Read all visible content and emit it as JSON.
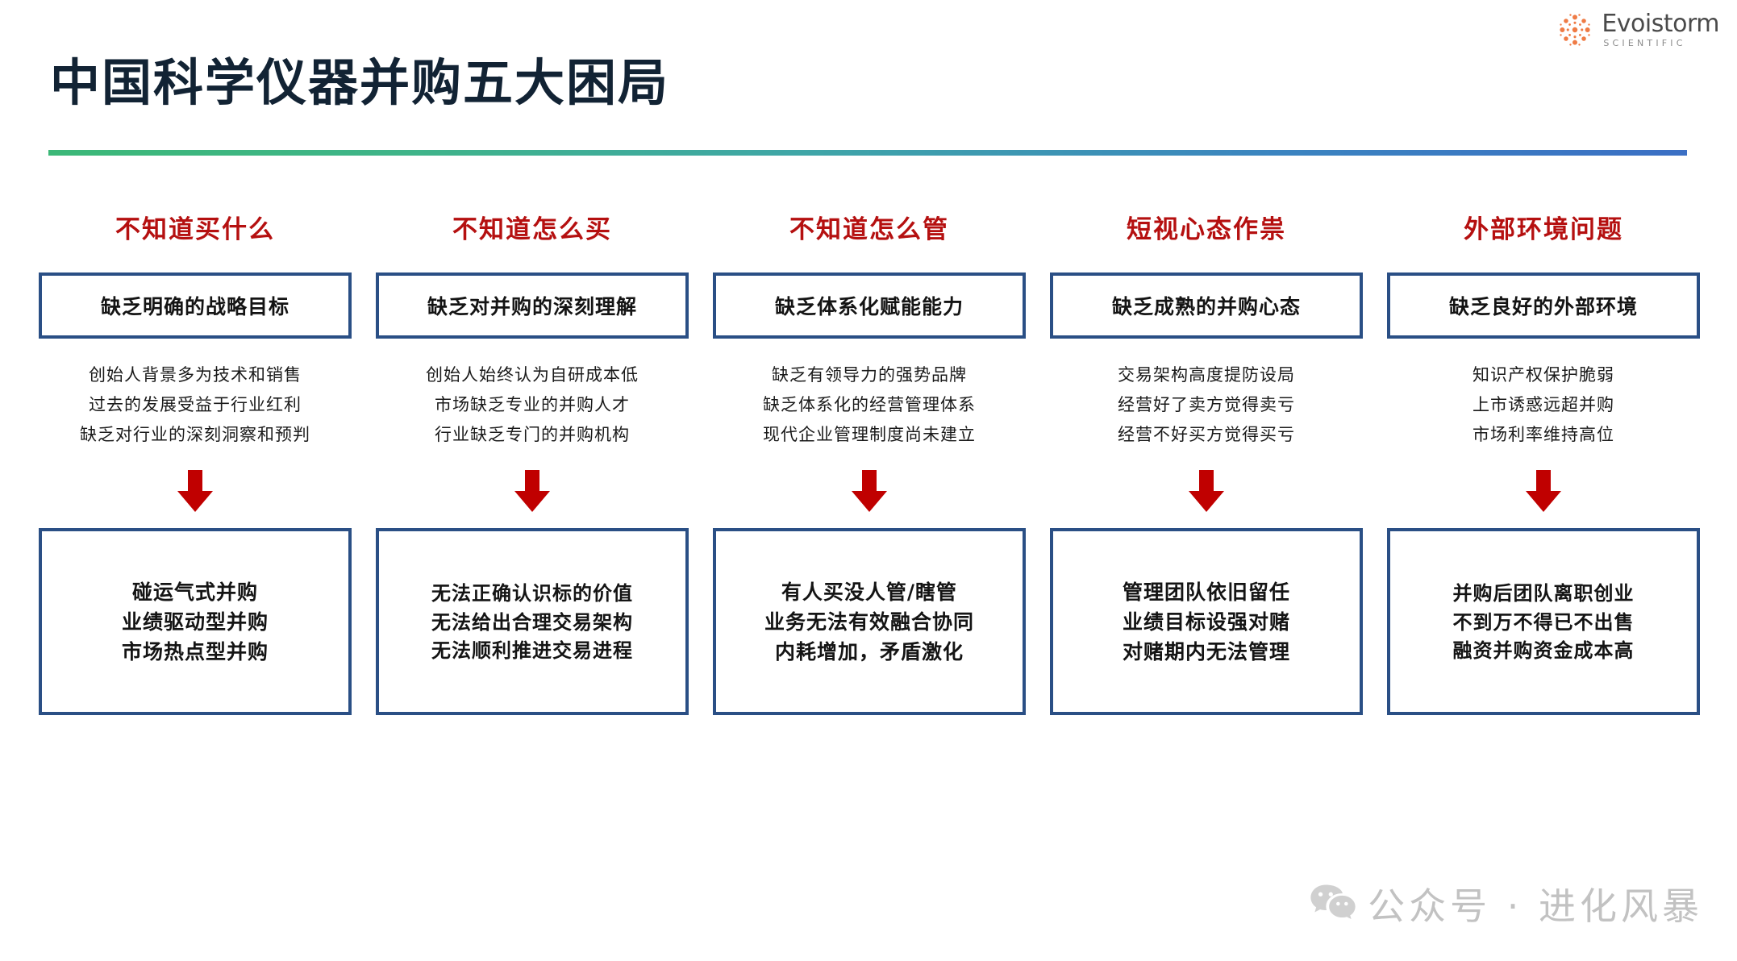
{
  "brand": {
    "name": "Evoistorm",
    "tagline": "SCIENTIFIC",
    "mark_color": "#ef7b45"
  },
  "header": {
    "title": "中国科学仪器并购五大困局",
    "title_color": "#122334",
    "divider_from": "#3cb878",
    "divider_to": "#3b6fc4"
  },
  "theme": {
    "header_red": "#b51010",
    "box_border_blue": "#2a4f85",
    "arrow_red": "#c00000",
    "watermark_gray": "#9d9d9d"
  },
  "columns": [
    {
      "header": "不知道买什么",
      "cause": "缺乏明确的战略目标",
      "details": [
        "创始人背景多为技术和销售",
        "过去的发展受益于行业红利",
        "缺乏对行业的深刻洞察和预判"
      ],
      "results": [
        "碰运气式并购",
        "业绩驱动型并购",
        "市场热点型并购"
      ]
    },
    {
      "header": "不知道怎么买",
      "cause": "缺乏对并购的深刻理解",
      "details": [
        "创始人始终认为自研成本低",
        "市场缺乏专业的并购人才",
        "行业缺乏专门的并购机构"
      ],
      "results": [
        "无法正确认识标的价值",
        "无法给出合理交易架构",
        "无法顺利推进交易进程"
      ]
    },
    {
      "header": "不知道怎么管",
      "cause": "缺乏体系化赋能能力",
      "details": [
        "缺乏有领导力的强势品牌",
        "缺乏体系化的经营管理体系",
        "现代企业管理制度尚未建立"
      ],
      "results": [
        "有人买没人管/瞎管",
        "业务无法有效融合协同",
        "内耗增加，矛盾激化"
      ]
    },
    {
      "header": "短视心态作祟",
      "cause": "缺乏成熟的并购心态",
      "details": [
        "交易架构高度提防设局",
        "经营好了卖方觉得卖亏",
        "经营不好买方觉得买亏"
      ],
      "results": [
        "管理团队依旧留任",
        "业绩目标设强对赌",
        "对赌期内无法管理"
      ]
    },
    {
      "header": "外部环境问题",
      "cause": "缺乏良好的外部环境",
      "details": [
        "知识产权保护脆弱",
        "上市诱惑远超并购",
        "市场利率维持高位"
      ],
      "results": [
        "并购后团队离职创业",
        "不到万不得已不出售",
        "融资并购资金成本高"
      ]
    }
  ],
  "watermark": {
    "text": "公众号 · 进化风暴",
    "icon": "wechat-icon"
  }
}
